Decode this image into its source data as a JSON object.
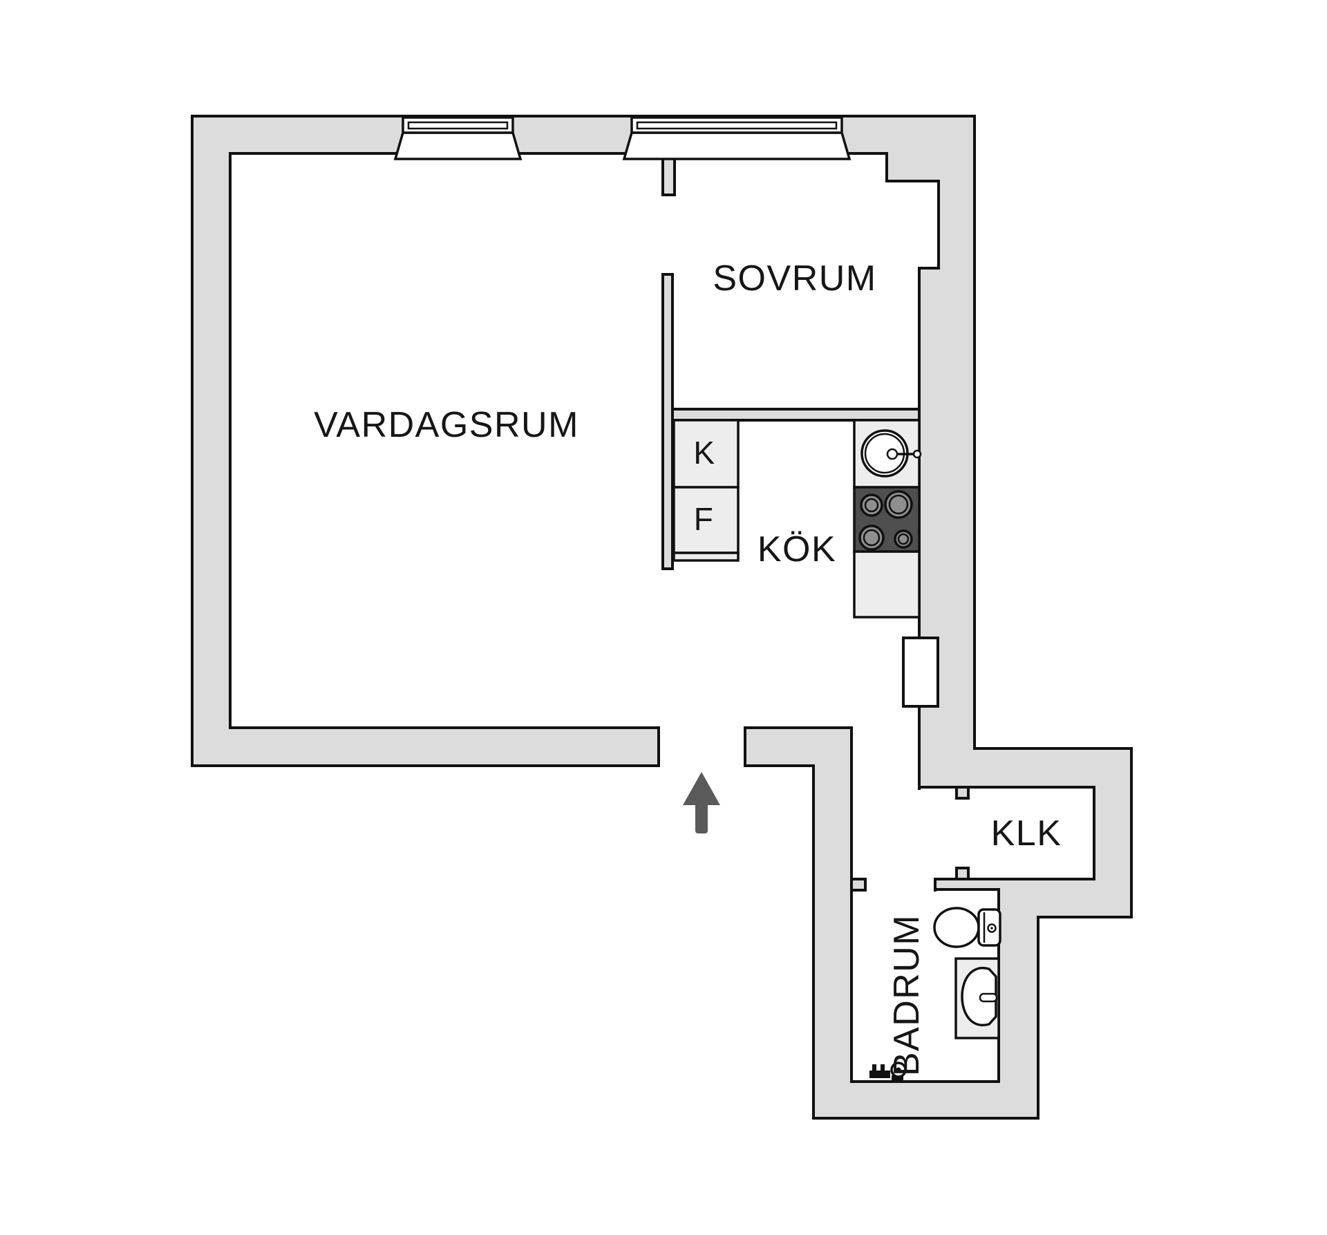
{
  "floorplan": {
    "labels": {
      "vardagsrum": "VARDAGSRUM",
      "sovrum": "SOVRUM",
      "kok": "KÖK",
      "klk": "KLK",
      "badrum": "BADRUM",
      "kyl": "K",
      "frys": "F"
    },
    "colors": {
      "wall": "#dcdcdc",
      "counter": "#ededed",
      "floor": "#ffffff",
      "stove": "#4f4f4f",
      "burner": "#8f8f8f",
      "arrow": "#5a5a5a",
      "line": "#111111"
    },
    "fixtures": [
      "window",
      "window",
      "kitchen-sink",
      "stove-with-4-burners",
      "fridge-cabinet-K",
      "freezer-cabinet-F",
      "wall-niche",
      "toilet",
      "washbasin",
      "shower-mixer",
      "entry-arrow"
    ]
  }
}
